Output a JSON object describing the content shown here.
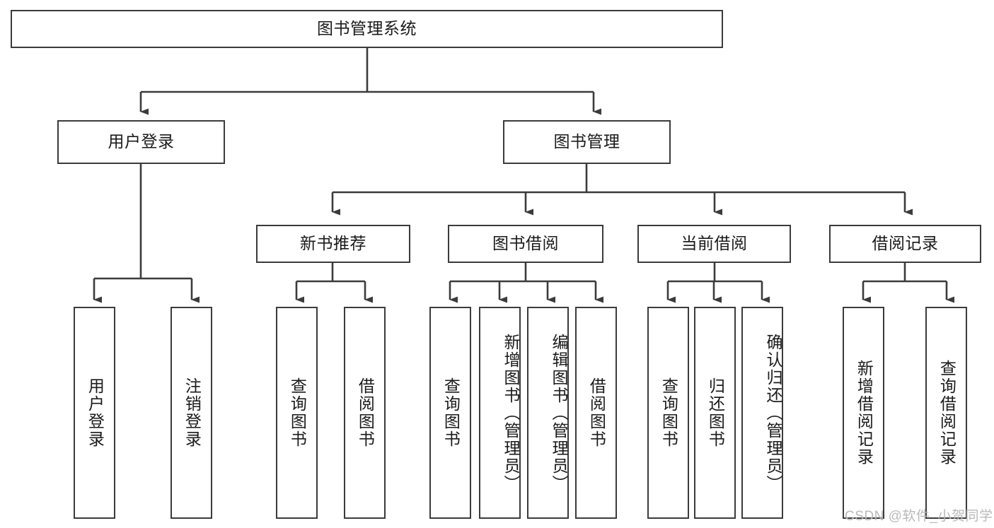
{
  "diagram": {
    "title": "图书管理系统",
    "type": "tree-hierarchy-chart",
    "orientation": "top-down",
    "line_color": "#3b3b3b",
    "box_fill": "#ffffff",
    "text_color": "#1a1a1a"
  },
  "nodes": {
    "root": {
      "label": "图书管理系统"
    },
    "level2": [
      {
        "label": "用户登录"
      },
      {
        "label": "图书管理"
      }
    ],
    "level3": [
      {
        "label": "新书推荐"
      },
      {
        "label": "图书借阅"
      },
      {
        "label": "当前借阅"
      },
      {
        "label": "借阅记录"
      }
    ],
    "leaves": {
      "user_login": [
        {
          "label": "用户登录"
        },
        {
          "label": "注销登录"
        }
      ],
      "new_book": [
        {
          "label": "查询图书"
        },
        {
          "label": "借阅图书"
        }
      ],
      "book_borrow": [
        {
          "label": "查询图书"
        },
        {
          "label": "新增图书（管理员）"
        },
        {
          "label": "编辑图书（管理员）"
        },
        {
          "label": "借阅图书"
        }
      ],
      "current_borrow": [
        {
          "label": "查询图书"
        },
        {
          "label": "归还图书"
        },
        {
          "label": "确认归还（管理员）"
        }
      ],
      "borrow_record": [
        {
          "label": "新增借阅记录"
        },
        {
          "label": "查询借阅记录"
        }
      ]
    }
  },
  "watermark": {
    "text": "CSDN @软件_小贺同学"
  }
}
